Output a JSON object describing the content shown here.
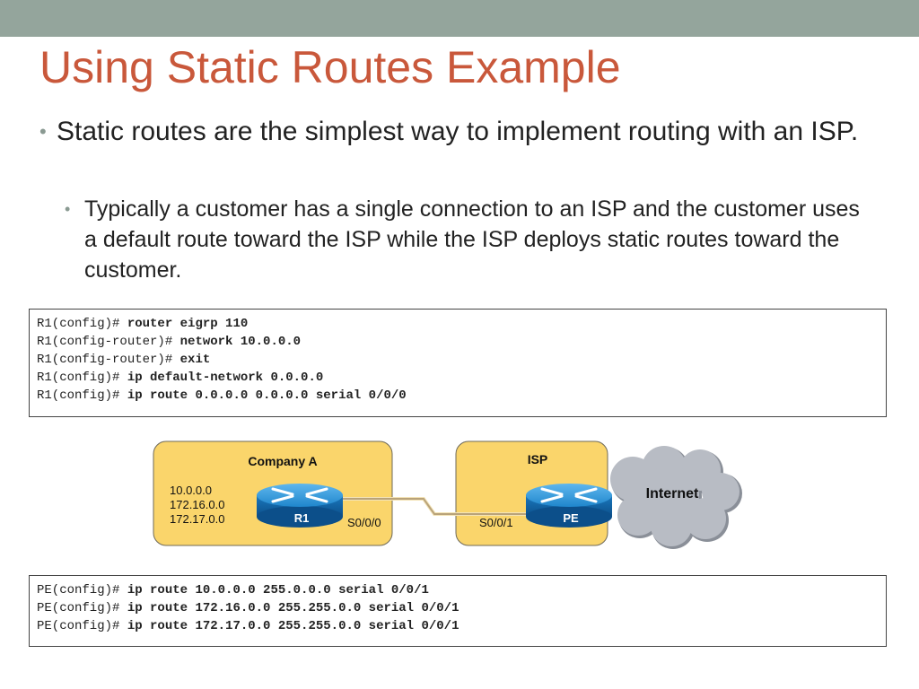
{
  "slide": {
    "title": "Using Static Routes Example",
    "bullets": [
      {
        "text": "Static routes are the simplest way to implement routing with an ISP."
      },
      {
        "text": "Typically a customer has a single connection to an ISP and the customer uses a default route toward the ISP while the ISP deploys static routes toward the customer."
      }
    ],
    "bullet_glyph": "•"
  },
  "code_r1": [
    {
      "prompt": "R1(config)# ",
      "cmd": "router eigrp 110"
    },
    {
      "prompt": "R1(config-router)# ",
      "cmd": "network 10.0.0.0"
    },
    {
      "prompt": "R1(config-router)# ",
      "cmd": "exit"
    },
    {
      "prompt": "R1(config)# ",
      "cmd": "ip default-network 0.0.0.0"
    },
    {
      "prompt": "R1(config)# ",
      "cmd": "ip route 0.0.0.0 0.0.0.0 serial 0/0/0"
    }
  ],
  "code_pe": [
    {
      "prompt": "PE(config)# ",
      "cmd": "ip route 10.0.0.0 255.0.0.0 serial 0/0/1"
    },
    {
      "prompt": "PE(config)# ",
      "cmd": "ip route 172.16.0.0 255.255.0.0 serial 0/0/1"
    },
    {
      "prompt": "PE(config)# ",
      "cmd": "ip route 172.17.0.0 255.255.0.0 serial 0/0/1"
    }
  ],
  "diagram": {
    "company_label": "Company A",
    "company_networks": [
      "10.0.0.0",
      "172.16.0.0",
      "172.17.0.0"
    ],
    "r1_label": "R1",
    "r1_interface": "S0/0/0",
    "isp_label": "ISP",
    "pe_label": "PE",
    "pe_interface": "S0/0/1",
    "internet_label": "Internet"
  },
  "colors": {
    "top_bar": "#94a59c",
    "title": "#c9583b",
    "zone_fill": "#fad56b",
    "router_blue": "#1a7fc4",
    "cloud": "#b8bcc4",
    "link": "#b9a37a"
  },
  "icons": [
    "router-icon",
    "cloud-icon"
  ]
}
